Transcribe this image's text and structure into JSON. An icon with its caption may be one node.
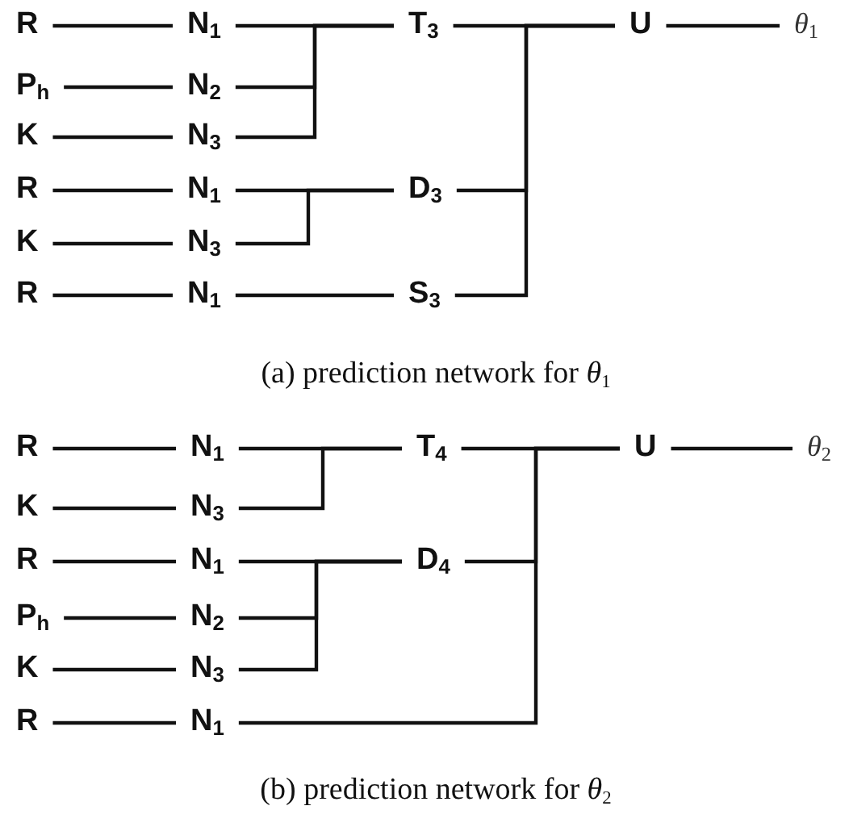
{
  "diagram": {
    "nodes": [
      {
        "text": [
          "R"
        ]
      },
      {
        "text": [
          "N$_{1}$"
        ]
      },
      {
        "text": [
          "P$_{h}$"
        ]
      },
      {
        "text": [
          "N$_{2}$"
        ]
      },
      {
        "text": [
          "K"
        ]
      },
      {
        "text": [
          "N$_{3}$"
        ]
      },
      {
        "text": [
          "R"
        ]
      },
      {
        "text": [
          "N$_{1}$"
        ]
      },
      {
        "text": [
          "K"
        ]
      },
      {
        "text": [
          "N$_{3}$"
        ]
      },
      {
        "text": [
          "R"
        ]
      },
      {
        "text": [
          "N$_{1}$"
        ]
      },
      {
        "text": [
          "T$_{3}$"
        ]
      },
      {
        "text": [
          "D$_{3}$"
        ]
      },
      {
        "text": [
          "S$_{3}$"
        ]
      },
      {
        "text": [
          "U"
        ]
      },
      {
        "text": [
          "θ$_{1}$"
        ]
      },
      {
        "text": [
          "R"
        ]
      },
      {
        "text": [
          "N$_{1}$"
        ]
      },
      {
        "text": [
          "K"
        ]
      },
      {
        "text": [
          "N$_{3}$"
        ]
      },
      {
        "text": [
          "R"
        ]
      },
      {
        "text": [
          "N$_{1}$"
        ]
      },
      {
        "text": [
          "P$_{h}$"
        ]
      },
      {
        "text": [
          "N$_{2}$"
        ]
      },
      {
        "text": [
          "K"
        ]
      },
      {
        "text": [
          "N$_{3}$"
        ]
      },
      {
        "text": [
          "R"
        ]
      },
      {
        "text": [
          "N$_{1}$"
        ]
      },
      {
        "text": [
          "T$_{4}$"
        ]
      },
      {
        "text": [
          "D$_{4}$"
        ]
      },
      {
        "text": [
          "U"
        ]
      },
      {
        "text": [
          "θ$_{2}$"
        ]
      }
    ],
    "edges": [
      {
        "from": 0,
        "to": 1,
        "arrow": "none"
      },
      {
        "from": 2,
        "to": 3,
        "arrow": "none"
      },
      {
        "from": 4,
        "to": 5,
        "arrow": "none"
      },
      {
        "from": 6,
        "to": 7,
        "arrow": "none"
      },
      {
        "from": 8,
        "to": 9,
        "arrow": "none"
      },
      {
        "from": 10,
        "to": 11,
        "arrow": "none"
      },
      {
        "from": 1,
        "to": 12,
        "arrow": "none"
      },
      {
        "from": 3,
        "to": 12,
        "arrow": "none"
      },
      {
        "from": 5,
        "to": 12,
        "arrow": "none"
      },
      {
        "from": 7,
        "to": 13,
        "arrow": "none"
      },
      {
        "from": 9,
        "to": 13,
        "arrow": "none"
      },
      {
        "from": 11,
        "to": 14,
        "arrow": "none"
      },
      {
        "from": 12,
        "to": 15,
        "arrow": "none"
      },
      {
        "from": 13,
        "to": 15,
        "arrow": "none"
      },
      {
        "from": 14,
        "to": 15,
        "arrow": "none"
      },
      {
        "from": 15,
        "to": 16,
        "arrow": "none"
      },
      {
        "from": 17,
        "to": 18,
        "arrow": "none"
      },
      {
        "from": 19,
        "to": 20,
        "arrow": "none"
      },
      {
        "from": 21,
        "to": 22,
        "arrow": "none"
      },
      {
        "from": 23,
        "to": 24,
        "arrow": "none"
      },
      {
        "from": 25,
        "to": 26,
        "arrow": "none"
      },
      {
        "from": 27,
        "to": 28,
        "arrow": "none"
      },
      {
        "from": 18,
        "to": 29,
        "arrow": "none"
      },
      {
        "from": 20,
        "to": 29,
        "arrow": "none"
      },
      {
        "from": 22,
        "to": 30,
        "arrow": "none"
      },
      {
        "from": 24,
        "to": 30,
        "arrow": "none"
      },
      {
        "from": 26,
        "to": 30,
        "arrow": "none"
      },
      {
        "from": 28,
        "to": 31,
        "arrow": "none"
      },
      {
        "from": 29,
        "to": 31,
        "arrow": "none"
      },
      {
        "from": 30,
        "to": 31,
        "arrow": "none"
      },
      {
        "from": 31,
        "to": 32,
        "arrow": "none"
      }
    ],
    "labels": [
      "(a)  prediction network for *θ*$_{1}$",
      "(b)  prediction network for *θ*$_{2}$"
    ]
  }
}
